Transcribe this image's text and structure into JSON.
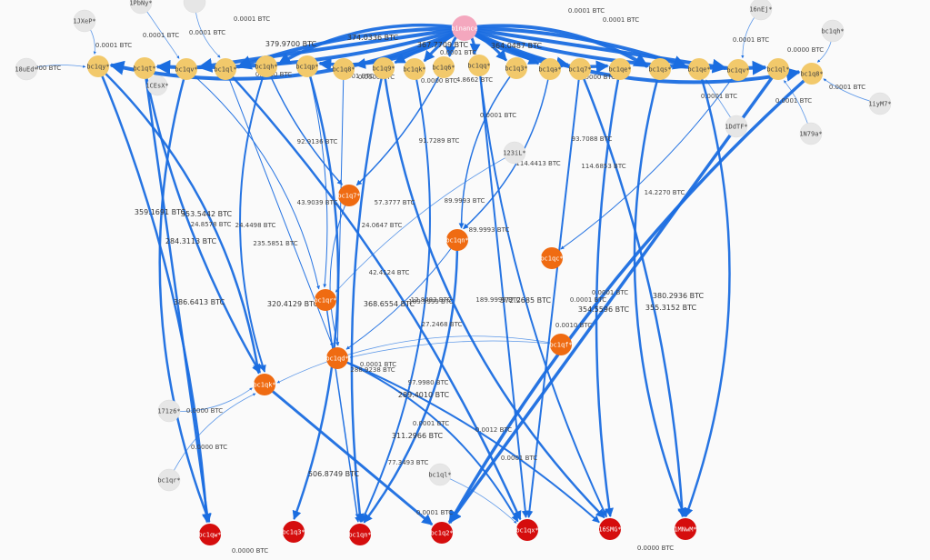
{
  "colors": {
    "source": "#f4a7be",
    "yellow": "#f2c96b",
    "orange": "#ef6b12",
    "red": "#d50d0d",
    "gray": "#e6e6e6",
    "edge": "#1a6de0"
  },
  "nodes": {
    "binance": {
      "label": "binance",
      "kind": "source"
    },
    "bc1qy": {
      "label": "bc1qy*",
      "kind": "yellow"
    },
    "bc1qt": {
      "label": "bc1qt*",
      "kind": "yellow"
    },
    "bc1qv": {
      "label": "bc1qv*",
      "kind": "yellow"
    },
    "bc1ql1": {
      "label": "bc1ql*",
      "kind": "yellow"
    },
    "bc1qh": {
      "label": "bc1qh*",
      "kind": "yellow"
    },
    "bc1qp": {
      "label": "bc1qp*",
      "kind": "yellow"
    },
    "bc1q8a": {
      "label": "bc1q8*",
      "kind": "yellow"
    },
    "bc1q9": {
      "label": "bc1q9*",
      "kind": "yellow"
    },
    "bc1qk": {
      "label": "bc1qk*",
      "kind": "yellow"
    },
    "bc1q6": {
      "label": "bc1q6*",
      "kind": "yellow"
    },
    "bc1qq": {
      "label": "bc1qq*",
      "kind": "yellow"
    },
    "bc1q3": {
      "label": "bc1q3*",
      "kind": "yellow"
    },
    "bc1qa": {
      "label": "bc1qa*",
      "kind": "yellow"
    },
    "bc1q7": {
      "label": "bc1q7*",
      "kind": "yellow"
    },
    "bc1qe": {
      "label": "bc1qe*",
      "kind": "yellow"
    },
    "bc1qs": {
      "label": "bc1qs*",
      "kind": "yellow"
    },
    "bc1qm": {
      "label": "bc1qe*",
      "kind": "yellow"
    },
    "bc1qv2": {
      "label": "bc1qv*",
      "kind": "yellow"
    },
    "bc1ql2": {
      "label": "bc1ql*",
      "kind": "yellow"
    },
    "bc1q8b": {
      "label": "bc1q8*",
      "kind": "yellow"
    },
    "o_bc1q7": {
      "label": "bc1q7*",
      "kind": "orange"
    },
    "o_bc1qn": {
      "label": "bc1qn*",
      "kind": "orange"
    },
    "o_bc1qc": {
      "label": "bc1qc*",
      "kind": "orange"
    },
    "o_bc1qr": {
      "label": "bc1qr*",
      "kind": "orange"
    },
    "o_bc1qf": {
      "label": "bc1qf*",
      "kind": "orange"
    },
    "o_bc1qd": {
      "label": "bc1qd*",
      "kind": "orange"
    },
    "o_bc1qk": {
      "label": "bc1qk*",
      "kind": "orange"
    },
    "r_bc1qw": {
      "label": "bc1qw*",
      "kind": "red"
    },
    "r_bc1q3": {
      "label": "bc1q3*",
      "kind": "red"
    },
    "r_bc1qn": {
      "label": "bc1qn*",
      "kind": "red"
    },
    "r_bc1q2": {
      "label": "bc1q2*",
      "kind": "red"
    },
    "r_bc1qx": {
      "label": "bc1qx*",
      "kind": "red"
    },
    "r_16smg": {
      "label": "16SMG*",
      "kind": "red"
    },
    "r_1mnw": {
      "label": "1MNwM*",
      "kind": "red"
    },
    "g_1jxep": {
      "label": "1JXeP*",
      "kind": "gray"
    },
    "g_1pbny": {
      "label": "1PbNy*",
      "kind": "gray"
    },
    "g_18ued": {
      "label": "18uEd*",
      "kind": "gray"
    },
    "g_1cesx": {
      "label": "1CEsX*",
      "kind": "gray"
    },
    "g_16nej": {
      "label": "16nEj*",
      "kind": "gray"
    },
    "g_bc1qh": {
      "label": "bc1qh*",
      "kind": "gray"
    },
    "g_1iym7": {
      "label": "1iyM7*",
      "kind": "gray"
    },
    "g_1ddtf": {
      "label": "1DdTF*",
      "kind": "gray"
    },
    "g_1n79a": {
      "label": "1N79a*",
      "kind": "gray"
    },
    "g_123il": {
      "label": "123iL*",
      "kind": "gray"
    },
    "g_171z6": {
      "label": "171z6*",
      "kind": "gray"
    },
    "g_bc1qr": {
      "label": "bc1qr*",
      "kind": "gray"
    },
    "g_bc1ql": {
      "label": "bc1ql*",
      "kind": "gray"
    },
    "g_top1": {
      "label": "",
      "kind": "gray"
    }
  },
  "edges": [
    {
      "from": "binance",
      "to": "bc1qy",
      "w": 4
    },
    {
      "from": "binance",
      "to": "bc1qt",
      "w": 4
    },
    {
      "from": "binance",
      "to": "bc1qv",
      "w": 4
    },
    {
      "from": "binance",
      "to": "bc1ql1",
      "w": 4
    },
    {
      "from": "binance",
      "to": "bc1qh",
      "w": 3.5
    },
    {
      "from": "binance",
      "to": "bc1qp",
      "w": 3.5
    },
    {
      "from": "binance",
      "to": "bc1q8a",
      "w": 3
    },
    {
      "from": "binance",
      "to": "bc1q9",
      "w": 3
    },
    {
      "from": "binance",
      "to": "bc1qk",
      "w": 3
    },
    {
      "from": "binance",
      "to": "bc1q6",
      "w": 3
    },
    {
      "from": "binance",
      "to": "bc1qq",
      "w": 3
    },
    {
      "from": "binance",
      "to": "bc1q3",
      "w": 3
    },
    {
      "from": "binance",
      "to": "bc1qa",
      "w": 3
    },
    {
      "from": "binance",
      "to": "bc1q7",
      "w": 3.5
    },
    {
      "from": "binance",
      "to": "bc1qe",
      "w": 3.5
    },
    {
      "from": "binance",
      "to": "bc1qs",
      "w": 4
    },
    {
      "from": "binance",
      "to": "bc1qm",
      "w": 4
    },
    {
      "from": "binance",
      "to": "bc1qv2",
      "w": 4
    },
    {
      "from": "binance",
      "to": "bc1ql2",
      "w": 4
    },
    {
      "from": "binance",
      "to": "bc1q8b",
      "w": 4
    },
    {
      "from": "g_1jxep",
      "to": "bc1qy",
      "w": 0.8
    },
    {
      "from": "g_18ued",
      "to": "bc1qy",
      "w": 0.8
    },
    {
      "from": "g_1pbny",
      "to": "bc1qv",
      "w": 0.8
    },
    {
      "from": "g_1cesx",
      "to": "bc1qt",
      "w": 0.8
    },
    {
      "from": "g_16nej",
      "to": "bc1qv2",
      "w": 0.8
    },
    {
      "from": "g_bc1qh",
      "to": "bc1q8b",
      "w": 0.8
    },
    {
      "from": "g_1iym7",
      "to": "bc1q8b",
      "w": 0.8
    },
    {
      "from": "g_1ddtf",
      "to": "bc1qm",
      "w": 0.8
    },
    {
      "from": "g_1n79a",
      "to": "bc1ql2",
      "w": 0.8
    },
    {
      "from": "g_top1",
      "to": "bc1ql1",
      "w": 0.8
    },
    {
      "from": "bc1qy",
      "to": "o_bc1qk",
      "w": 2.5
    },
    {
      "from": "bc1qy",
      "to": "r_bc1qw",
      "w": 2.5
    },
    {
      "from": "bc1qt",
      "to": "r_bc1qw",
      "w": 2.5
    },
    {
      "from": "bc1qt",
      "to": "o_bc1qk",
      "w": 2.5
    },
    {
      "from": "bc1qv",
      "to": "r_bc1qw",
      "w": 2.5
    },
    {
      "from": "bc1qv",
      "to": "o_bc1qr",
      "w": 1
    },
    {
      "from": "bc1ql1",
      "to": "r_bc1qx",
      "w": 2.5
    },
    {
      "from": "bc1ql1",
      "to": "o_bc1qd",
      "w": 1
    },
    {
      "from": "bc1qh",
      "to": "o_bc1q7",
      "w": 1.5
    },
    {
      "from": "bc1qh",
      "to": "o_bc1qk",
      "w": 2
    },
    {
      "from": "bc1qp",
      "to": "r_bc1q3",
      "w": 2.5
    },
    {
      "from": "bc1qp",
      "to": "o_bc1qr",
      "w": 1
    },
    {
      "from": "bc1q8a",
      "to": "o_bc1qd",
      "w": 1
    },
    {
      "from": "bc1q9",
      "to": "r_bc1qn",
      "w": 2.5
    },
    {
      "from": "bc1q9",
      "to": "r_16smg",
      "w": 2.5
    },
    {
      "from": "bc1qk",
      "to": "r_bc1qn",
      "w": 2
    },
    {
      "from": "bc1q6",
      "to": "o_bc1q7",
      "w": 1.5
    },
    {
      "from": "bc1qq",
      "to": "r_bc1qx",
      "w": 2
    },
    {
      "from": "bc1qq",
      "to": "r_16smg",
      "w": 2
    },
    {
      "from": "bc1q3",
      "to": "o_bc1qn",
      "w": 1.5
    },
    {
      "from": "bc1qa",
      "to": "o_bc1qn",
      "w": 1.5
    },
    {
      "from": "bc1q7",
      "to": "r_1mnw",
      "w": 2.5
    },
    {
      "from": "bc1q7",
      "to": "r_bc1qx",
      "w": 2
    },
    {
      "from": "bc1qe",
      "to": "r_16smg",
      "w": 2.5
    },
    {
      "from": "bc1qs",
      "to": "r_1mnw",
      "w": 2.5
    },
    {
      "from": "bc1qm",
      "to": "r_1mnw",
      "w": 2.5
    },
    {
      "from": "bc1qv2",
      "to": "o_bc1qc",
      "w": 1
    },
    {
      "from": "bc1ql2",
      "to": "r_bc1q2",
      "w": 3.5
    },
    {
      "from": "bc1q8b",
      "to": "r_bc1q2",
      "w": 3.5
    },
    {
      "from": "o_bc1q7",
      "to": "o_bc1qd",
      "w": 1
    },
    {
      "from": "o_bc1qn",
      "to": "r_bc1qn",
      "w": 2.5
    },
    {
      "from": "o_bc1qn",
      "to": "o_bc1qd",
      "w": 1
    },
    {
      "from": "o_bc1qk",
      "to": "r_bc1q2",
      "w": 3
    },
    {
      "from": "o_bc1qf",
      "to": "o_bc1qd",
      "w": 0.8
    },
    {
      "from": "o_bc1qf",
      "to": "o_bc1qk",
      "w": 0.8
    },
    {
      "from": "o_bc1qd",
      "to": "r_bc1qx",
      "w": 2
    },
    {
      "from": "o_bc1qd",
      "to": "r_16smg",
      "w": 2
    },
    {
      "from": "o_bc1qr",
      "to": "r_bc1qn",
      "w": 1.5
    },
    {
      "from": "g_123il",
      "to": "o_bc1qr",
      "w": 0.8
    },
    {
      "from": "g_171z6",
      "to": "o_bc1qk",
      "w": 0.8
    },
    {
      "from": "g_bc1qr",
      "to": "o_bc1qk",
      "w": 0.8
    },
    {
      "from": "g_bc1ql",
      "to": "r_bc1qx",
      "w": 0.8
    }
  ],
  "labels": [
    {
      "text": "374.0336 BTC",
      "size": "big"
    },
    {
      "text": "379.9700 BTC",
      "size": "big"
    },
    {
      "text": "364.0487 BTC",
      "size": "big"
    },
    {
      "text": "367.7709 BTC",
      "size": "big"
    },
    {
      "text": "359.1691 BTC",
      "size": "big"
    },
    {
      "text": "353.5442 BTC",
      "size": "big"
    },
    {
      "text": "284.3113 BTC",
      "size": "big"
    },
    {
      "text": "386.6413 BTC",
      "size": "big"
    },
    {
      "text": "320.4129 BTC",
      "size": "big"
    },
    {
      "text": "368.6554 BTC",
      "size": "big"
    },
    {
      "text": "372.2685 BTC",
      "size": "big"
    },
    {
      "text": "380.2936 BTC",
      "size": "big"
    },
    {
      "text": "354.5596 BTC",
      "size": "big"
    },
    {
      "text": "355.3152 BTC",
      "size": "big"
    },
    {
      "text": "289.4010 BTC",
      "size": "big"
    },
    {
      "text": "311.2966 BTC",
      "size": "big"
    },
    {
      "text": "506.8749 BTC",
      "size": "big"
    },
    {
      "text": "0.0001 BTC",
      "size": "small"
    },
    {
      "text": "0.0001 BTC",
      "size": "small"
    },
    {
      "text": "0.0001 BTC",
      "size": "small"
    },
    {
      "text": "0.0001 BTC",
      "size": "small"
    },
    {
      "text": "0.0000 BTC",
      "size": "small"
    },
    {
      "text": "0.0001 BTC",
      "size": "small"
    },
    {
      "text": "0.0001 BTC",
      "size": "small"
    },
    {
      "text": "0.0000 BTC",
      "size": "small"
    },
    {
      "text": "0.0001 BTC",
      "size": "small"
    },
    {
      "text": "0.0001 BTC",
      "size": "small"
    },
    {
      "text": "0.0001 BTC",
      "size": "small"
    },
    {
      "text": "0.0001 BTC",
      "size": "small"
    },
    {
      "text": "92.9136 BTC",
      "size": "small"
    },
    {
      "text": "91.7289 BTC",
      "size": "small"
    },
    {
      "text": "93.7088 BTC",
      "size": "small"
    },
    {
      "text": "114.4413 BTC",
      "size": "small"
    },
    {
      "text": "114.6853 BTC",
      "size": "small"
    },
    {
      "text": "57.3777 BTC",
      "size": "small"
    },
    {
      "text": "43.9039 BTC",
      "size": "small"
    },
    {
      "text": "24.8578 BTC",
      "size": "small"
    },
    {
      "text": "24.4498 BTC",
      "size": "small"
    },
    {
      "text": "24.0647 BTC",
      "size": "small"
    },
    {
      "text": "89.9993 BTC",
      "size": "small"
    },
    {
      "text": "89.9993 BTC",
      "size": "small"
    },
    {
      "text": "14.2270 BTC",
      "size": "small"
    },
    {
      "text": "235.5851 BTC",
      "size": "small"
    },
    {
      "text": "42.4124 BTC",
      "size": "small"
    },
    {
      "text": "12.8483 BTC",
      "size": "small"
    },
    {
      "text": "189.9999 BTC",
      "size": "small"
    },
    {
      "text": "189.9999 BTC",
      "size": "small"
    },
    {
      "text": "27.2468 BTC",
      "size": "small"
    },
    {
      "text": "0.0010 BTC",
      "size": "small"
    },
    {
      "text": "0.0001 BTC",
      "size": "small"
    },
    {
      "text": "0.0001 BTC",
      "size": "small"
    },
    {
      "text": "0.0000 BTC",
      "size": "small"
    },
    {
      "text": "0.0000 BTC",
      "size": "small"
    },
    {
      "text": "0.0001 BTC",
      "size": "small"
    },
    {
      "text": "0.0012 BTC",
      "size": "small"
    },
    {
      "text": "0.0001 BTC",
      "size": "small"
    },
    {
      "text": "77.3493 BTC",
      "size": "small"
    },
    {
      "text": "97.9980 BTC",
      "size": "small"
    },
    {
      "text": "288.9238 BTC",
      "size": "small"
    },
    {
      "text": "0.0001 BTC",
      "size": "small"
    },
    {
      "text": "0.0000 BTC",
      "size": "small"
    },
    {
      "text": "0.0000 BTC",
      "size": "small"
    },
    {
      "text": "0.0000 BTC",
      "size": "small"
    },
    {
      "text": "0.0001 BTC",
      "size": "small"
    },
    {
      "text": "0.0001 BTC",
      "size": "small"
    },
    {
      "text": "0.0000 BTC",
      "size": "small"
    },
    {
      "text": "0.0000 BTC",
      "size": "small"
    },
    {
      "text": "4.8662 BTC",
      "size": "small"
    },
    {
      "text": "0.0000 BTC",
      "size": "small"
    },
    {
      "text": "0.0001 BTC",
      "size": "small"
    },
    {
      "text": "0.0001 BTC",
      "size": "small"
    }
  ]
}
